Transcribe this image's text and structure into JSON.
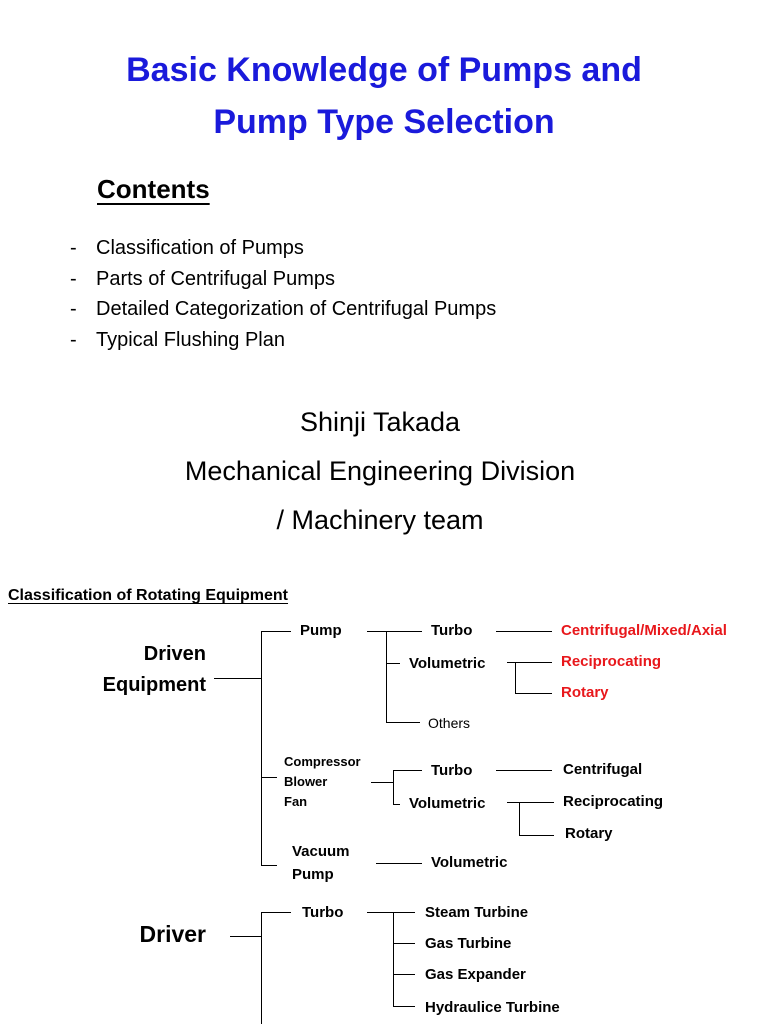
{
  "title": {
    "line1": "Basic Knowledge of Pumps and",
    "line2": "Pump Type Selection"
  },
  "contents": {
    "heading": "Contents",
    "items": [
      "Classification of Pumps",
      "Parts of Centrifugal Pumps",
      "Detailed Categorization of Centrifugal Pumps",
      "Typical Flushing Plan"
    ],
    "dash": "-"
  },
  "author": {
    "name": "Shinji Takada",
    "division": "Mechanical Engineering Division",
    "team": "/ Machinery team"
  },
  "diagram": {
    "title": "Classification of Rotating Equipment",
    "driven_equipment": [
      "Driven",
      "Equipment"
    ],
    "pump": "Pump",
    "pump_turbo": "Turbo",
    "centrifugal_mixed_axial": "Centrifugal/Mixed/Axial",
    "pump_volumetric": "Volumetric",
    "pump_reciprocating": "Reciprocating",
    "pump_rotary": "Rotary",
    "pump_others": "Others",
    "compressor_group": [
      "Compressor",
      "Blower",
      "Fan"
    ],
    "comp_turbo": "Turbo",
    "comp_centrifugal": "Centrifugal",
    "comp_volumetric": "Volumetric",
    "comp_reciprocating": "Reciprocating",
    "comp_rotary": "Rotary",
    "vacuum_pump": [
      "Vacuum",
      "Pump"
    ],
    "vacuum_volumetric": "Volumetric",
    "driver": "Driver",
    "driver_turbo": "Turbo",
    "steam_turbine": "Steam Turbine",
    "gas_turbine": "Gas Turbine",
    "gas_expander": "Gas Expander",
    "hydraulic_turbine": "Hydraulice Turbine",
    "highlight_color": "#e8171b",
    "title_color": "#1a1adb"
  }
}
